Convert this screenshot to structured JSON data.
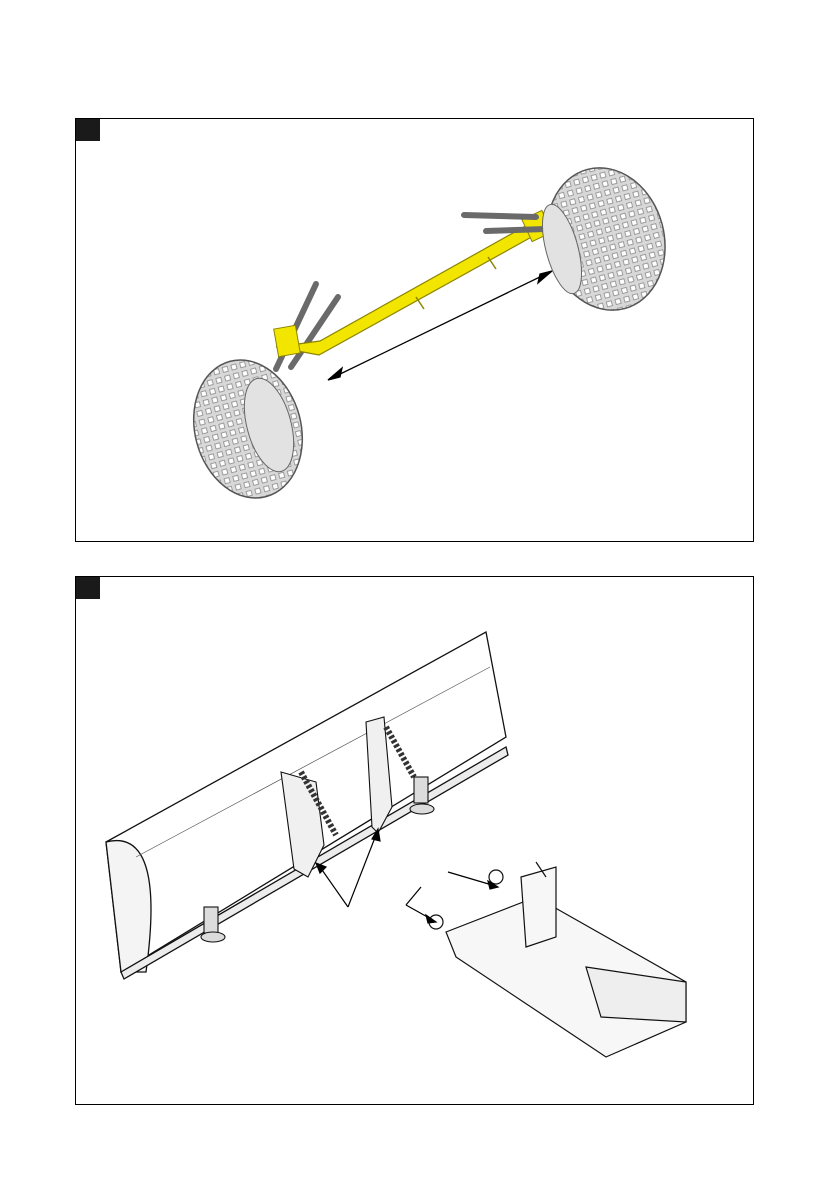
{
  "colors": {
    "frame": "#000000",
    "badge": "#1a1a1a",
    "accent_yellow": "#f2e600",
    "tire_gray": "#9a9a9a",
    "line": "#222222"
  },
  "figures": [
    {
      "id": "fig1",
      "content": "axle-with-wheels"
    },
    {
      "id": "fig2",
      "content": "plow-blade-and-mount"
    }
  ],
  "icons": [
    "double-arrow-icon",
    "pointer-arrow-icon"
  ]
}
